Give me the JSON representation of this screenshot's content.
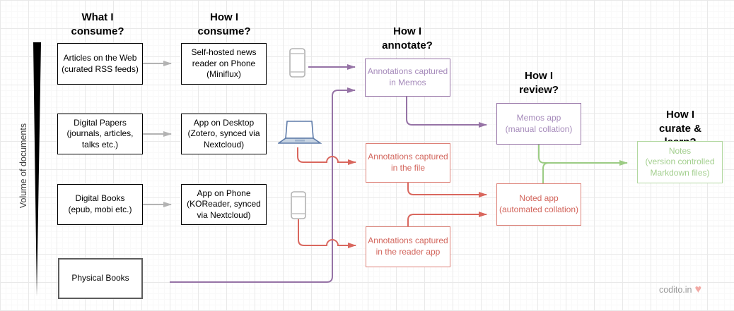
{
  "headers": [
    {
      "id": "what-consume",
      "label": "What I\nconsume?"
    },
    {
      "id": "how-consume",
      "label": "How I\nconsume?"
    },
    {
      "id": "how-annotate",
      "label": "How I\nannotate?"
    },
    {
      "id": "how-review",
      "label": "How I\nreview?"
    },
    {
      "id": "how-curate",
      "label": "How I\ncurate & learn?"
    }
  ],
  "axis": {
    "label": "Volume of documents"
  },
  "nodes": {
    "articles": {
      "label": "Articles on the Web\n(curated RSS feeds)"
    },
    "papers": {
      "label": "Digital Papers\n(journals, articles,\ntalks etc.)"
    },
    "digital_books": {
      "label": "Digital Books\n(epub, mobi etc.)"
    },
    "physical_books": {
      "label": "Physical Books"
    },
    "miniflux": {
      "label": "Self-hosted news\nreader on Phone\n(Miniflux)"
    },
    "zotero": {
      "label": "App on Desktop\n(Zotero, synced via\nNextcloud)"
    },
    "koreader": {
      "label": "App on Phone\n(KOReader, synced\nvia Nextcloud)"
    },
    "memos_capture": {
      "label": "Annotations captured\nin Memos"
    },
    "file_capture": {
      "label": "Annotations captured\nin the file"
    },
    "reader_capture": {
      "label": "Annotations captured\nin the reader app"
    },
    "memos_app": {
      "label": "Memos app\n(manual collation)"
    },
    "noted_app": {
      "label": "Noted app\n(automated collation)"
    },
    "notes": {
      "label": "Notes\n(version controlled\nMarkdown files)"
    }
  },
  "icons": {
    "phone_rss": "phone-icon",
    "laptop": "laptop-icon",
    "phone_reader": "phone-icon",
    "heart": "heart-icon"
  },
  "edges": [
    {
      "from": "articles",
      "to": "miniflux",
      "color": "gray"
    },
    {
      "from": "papers",
      "to": "zotero",
      "color": "gray"
    },
    {
      "from": "digital_books",
      "to": "koreader",
      "color": "gray"
    },
    {
      "from": "phone_rss",
      "to": "memos_capture",
      "color": "purple"
    },
    {
      "from": "physical_books",
      "to": "memos_capture",
      "color": "purple"
    },
    {
      "from": "memos_capture",
      "to": "memos_app",
      "color": "purple"
    },
    {
      "from": "laptop",
      "to": "file_capture",
      "color": "red"
    },
    {
      "from": "phone_reader",
      "to": "reader_capture",
      "color": "red"
    },
    {
      "from": "file_capture",
      "to": "noted_app",
      "color": "red"
    },
    {
      "from": "reader_capture",
      "to": "noted_app",
      "color": "red"
    },
    {
      "from": "memos_app",
      "to": "notes",
      "color": "green"
    },
    {
      "from": "noted_app",
      "to": "notes",
      "color": "green"
    }
  ],
  "colors": {
    "purple": "#9673a6",
    "red": "#d9675e",
    "green": "#9ccc84",
    "gray_arrow": "#b3b3b3",
    "heart_pink": "#f2a9a4"
  },
  "footer": {
    "site": "codito.in",
    "heart": "♥"
  }
}
